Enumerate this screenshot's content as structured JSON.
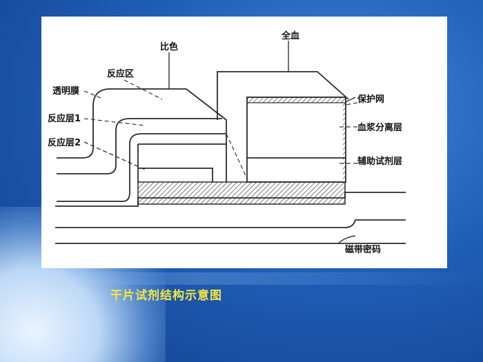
{
  "labels": {
    "bise": "比色",
    "quanxue": "全血",
    "fanyingqu": "反应区",
    "touming": "透明膜",
    "fanyingceng1": "反应层1",
    "fanyingceng2": "反应层2",
    "baohuwang": "保护网",
    "xuejiang": "血浆分离层",
    "fuzhu": "辅助试剂层",
    "cidai": "磁带密码"
  },
  "caption": "干片试剂结构示意图"
}
